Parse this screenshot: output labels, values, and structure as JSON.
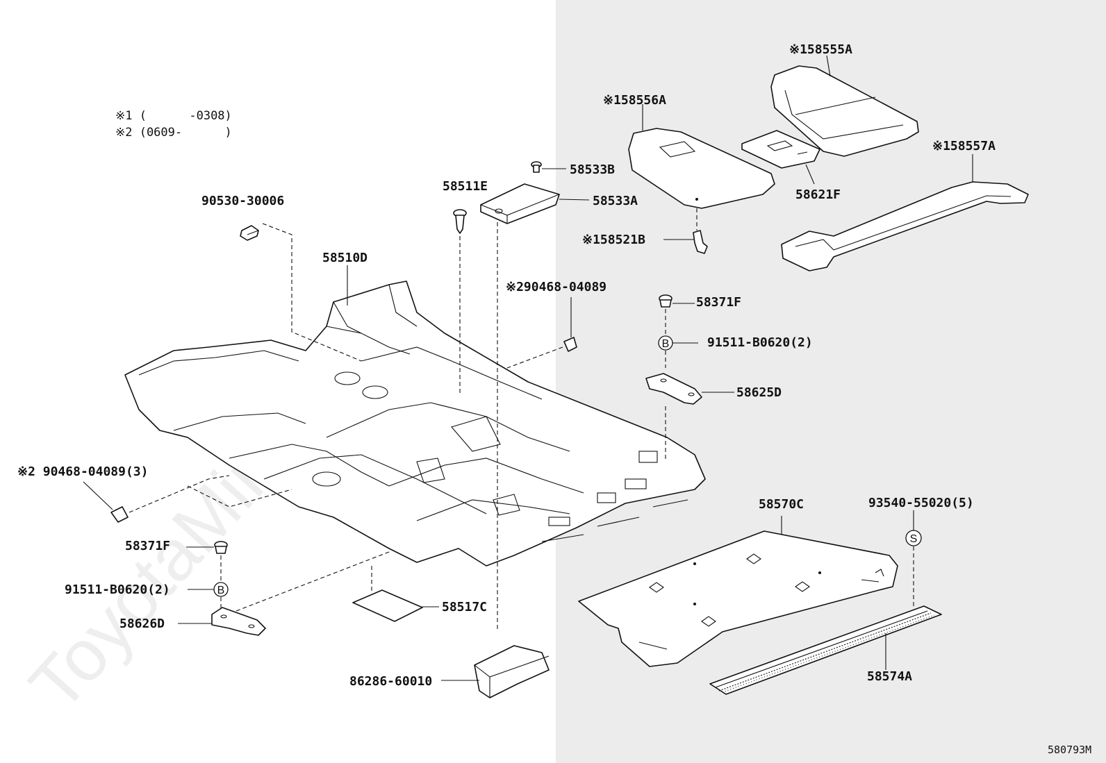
{
  "notes": {
    "note1": "※1 (      -0308)",
    "note2": "※2 (0609-      )"
  },
  "watermark": "ToyotaMine.ru",
  "diagram_code": "580793M",
  "labels": {
    "p90530": "90530-30006",
    "p58511E": "58511E",
    "p58533B": "58533B",
    "p58533A": "58533A",
    "p58556A": "※158556A",
    "p58555A": "※158555A",
    "p58557A": "※158557A",
    "p58621F": "58621F",
    "p58521B": "※158521B",
    "p58510D": "58510D",
    "p90468a": "※290468-04089",
    "p58371F_r": "58371F",
    "p91511_r": "91511-B0620(2)",
    "p58625D": "58625D",
    "p90468b": "※2 90468-04089(3)",
    "p58371F_l": "58371F",
    "p91511_l": "91511-B0620(2)",
    "p58626D": "58626D",
    "p58517C": "58517C",
    "p86286": "86286-60010",
    "p58570C": "58570C",
    "p93540": "93540-55020(5)",
    "p58574A": "58574A"
  },
  "symbols": {
    "b_right": "B",
    "b_left": "B",
    "s_right": "S"
  },
  "colors": {
    "right_panel_bg": "#ececec",
    "line": "#111111"
  }
}
